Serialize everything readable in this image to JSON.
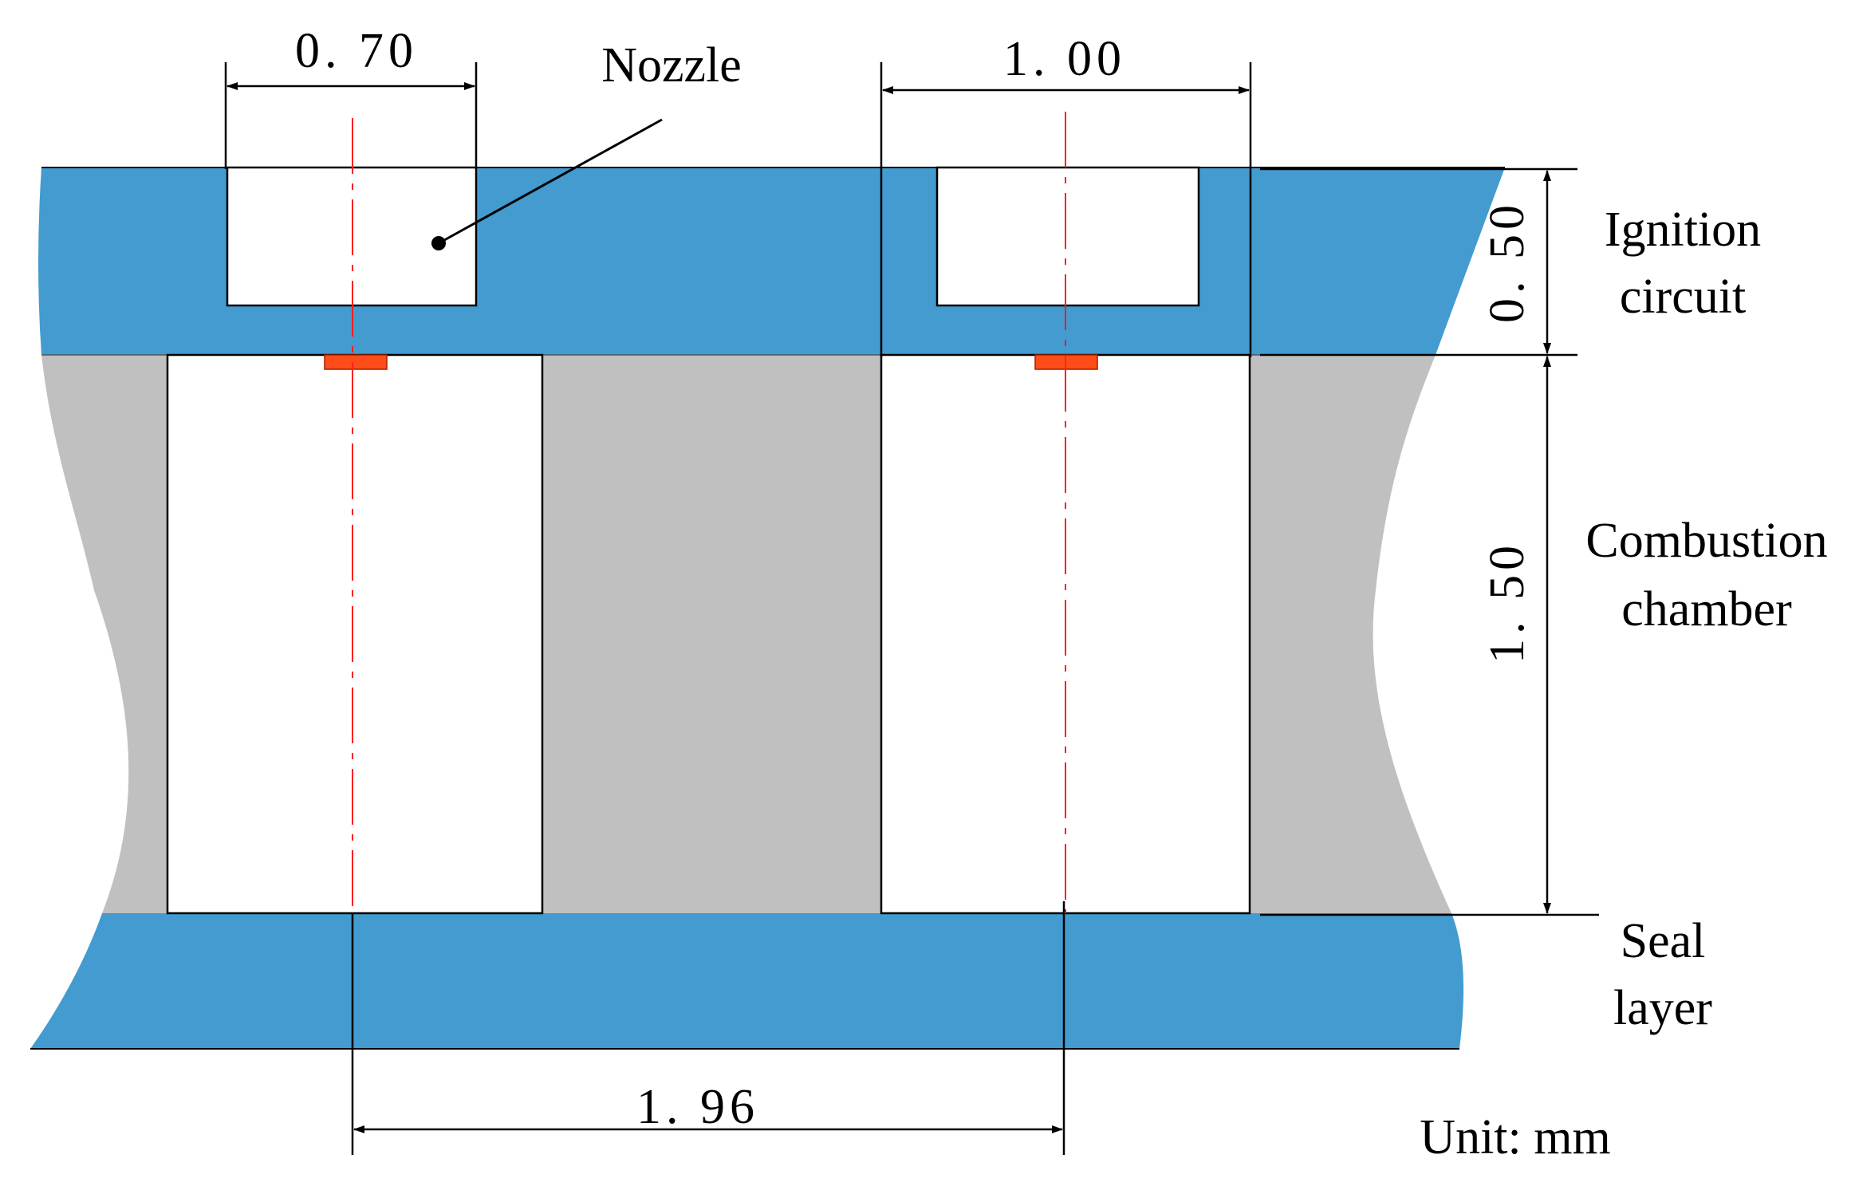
{
  "dimensions": {
    "nozzle_width": "0. 70",
    "chamber_width": "1. 00",
    "ignition_thickness": "0. 50",
    "chamber_height": "1. 50",
    "pitch": "1. 96"
  },
  "labels": {
    "nozzle": "Nozzle",
    "ignition_line1": "Ignition",
    "ignition_line2": "circuit",
    "combustion_line1": "Combustion",
    "combustion_line2": "chamber",
    "seal_line1": "Seal",
    "seal_line2": "layer",
    "unit": "Unit: mm"
  },
  "colors": {
    "substrate_blue": "#439bd0",
    "chamber_wall_grey": "#c0c0c0",
    "igniter_red": "#ff4d1a",
    "centerline_red": "#ff2020"
  }
}
